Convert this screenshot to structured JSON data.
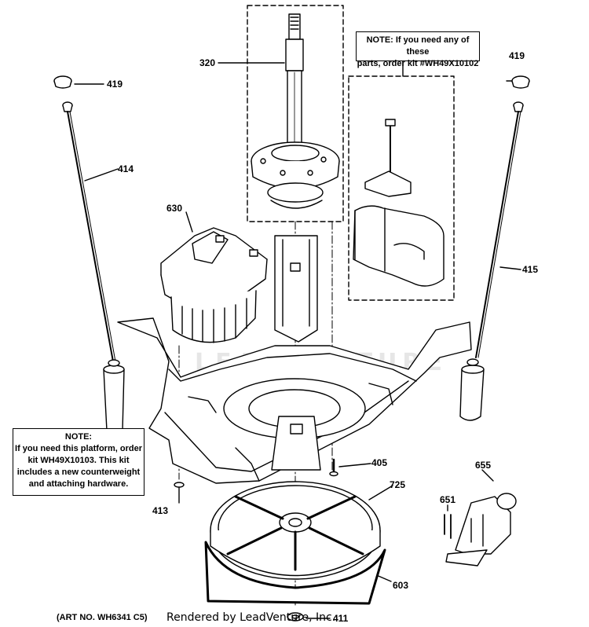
{
  "diagram": {
    "art_number": "(ART NO. WH6341 C5)",
    "rendered_by": "Rendered by LeadVenture, Inc.",
    "watermark": "LEADVENTURE",
    "colors": {
      "line": "#000000",
      "background": "#ffffff",
      "watermark": "#e6e6e6"
    },
    "callouts": {
      "c320": "320",
      "c419_left": "419",
      "c419_right": "419",
      "c414": "414",
      "c415": "415",
      "c630": "630",
      "c405": "405",
      "c725": "725",
      "c413": "413",
      "c655": "655",
      "c651": "651",
      "c603": "603",
      "c411": "411"
    },
    "note_kit_parts": {
      "line1": "NOTE: If you need any of these",
      "line2": "parts, order kit #WH49X10102"
    },
    "note_platform": {
      "title": "NOTE:",
      "line1": "If you need this platform, order",
      "line2": "kit WH49X10103. This kit",
      "line3": "includes a new counterweight",
      "line4": "and attaching hardware."
    }
  }
}
